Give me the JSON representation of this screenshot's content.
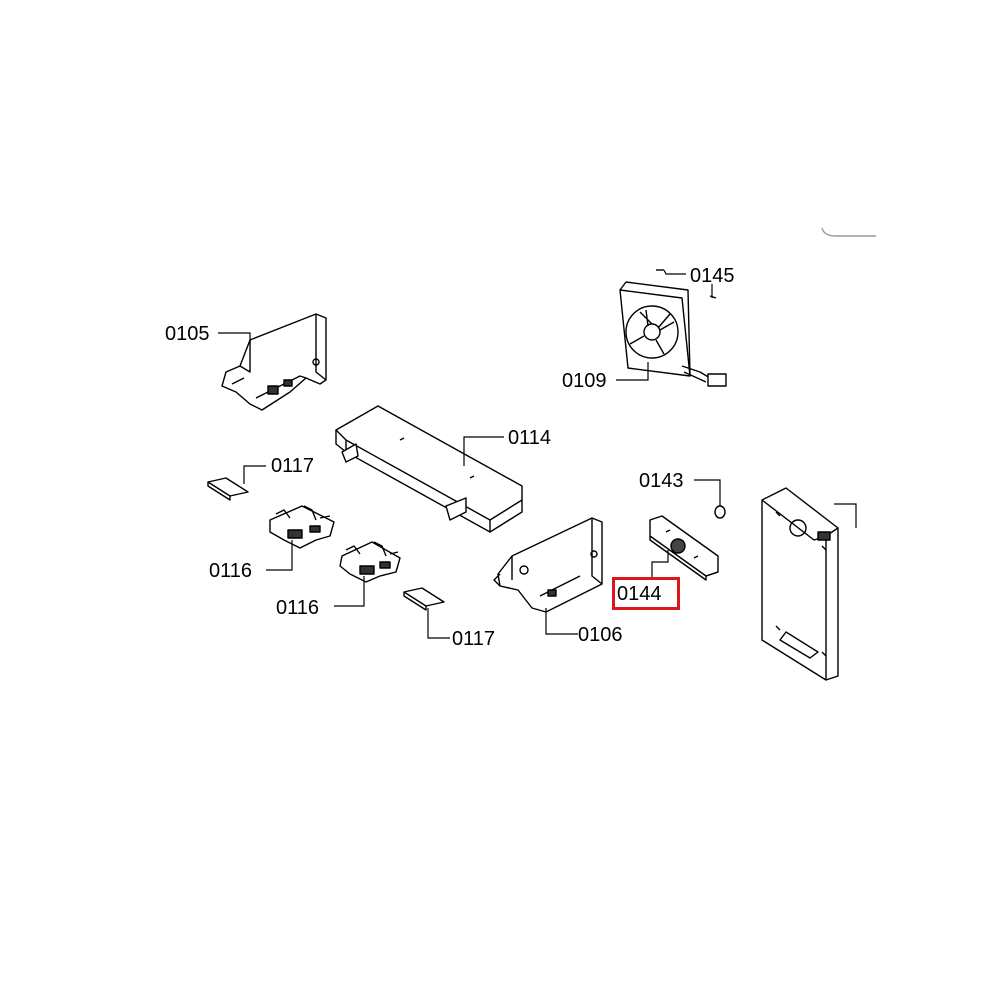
{
  "diagram": {
    "callouts": [
      {
        "id": "0105",
        "text": "0105"
      },
      {
        "id": "0145",
        "text": "0145"
      },
      {
        "id": "0109",
        "text": "0109"
      },
      {
        "id": "0114",
        "text": "0114"
      },
      {
        "id": "0117a",
        "text": "0117"
      },
      {
        "id": "0143",
        "text": "0143"
      },
      {
        "id": "0116a",
        "text": "0116"
      },
      {
        "id": "0116b",
        "text": "0116"
      },
      {
        "id": "0144",
        "text": "0144"
      },
      {
        "id": "0106",
        "text": "0106"
      },
      {
        "id": "0117b",
        "text": "0117"
      }
    ],
    "highlighted_part": "0144",
    "highlight_color": "#e0141b"
  }
}
